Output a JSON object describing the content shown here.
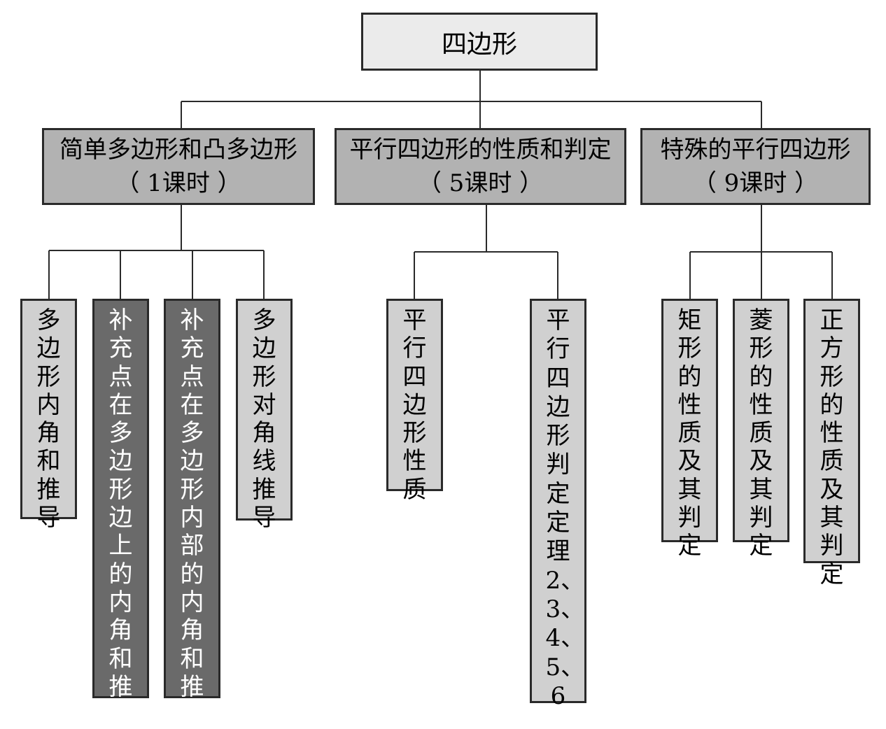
{
  "root": {
    "label": "四边形"
  },
  "categories": [
    {
      "title": "简单多边形和凸多边形",
      "hours": "（ 1课时 ）"
    },
    {
      "title": "平行四边形的性质和判定",
      "hours": "（ 5课时 ）"
    },
    {
      "title": "特殊的平行四边形",
      "hours": "（ 9课时 ）"
    }
  ],
  "leaves": [
    {
      "label": "多边形内角和推导",
      "style": "light"
    },
    {
      "label": "补充点在多边形边上的内角和推导",
      "style": "dark"
    },
    {
      "label": "补充点在多边形内部的内角和推导",
      "style": "dark"
    },
    {
      "label": "多边形对角线推导",
      "style": "light"
    },
    {
      "label": "平行四边形性质",
      "style": "light"
    },
    {
      "label": "平行四边形判定定理2、3、4、5、6",
      "style": "light"
    },
    {
      "label": "矩形的性质及其判定",
      "style": "light"
    },
    {
      "label": "菱形的性质及其判定",
      "style": "light"
    },
    {
      "label": "正方形的性质及其判定",
      "style": "light"
    }
  ],
  "colors": {
    "root_fill": "#ebebeb",
    "category_fill": "#b2b2b2",
    "leaf_light_fill": "#d0d0d0",
    "leaf_dark_fill": "#6a6a6a",
    "border": "#2a2a2a"
  }
}
